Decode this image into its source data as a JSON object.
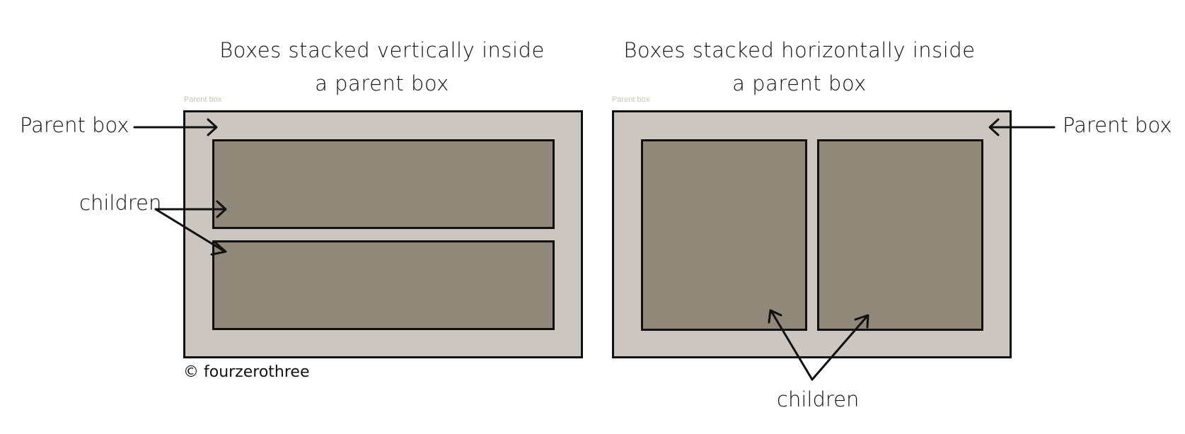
{
  "left_diagram": {
    "title_line1": "Boxes stacked vertically inside",
    "title_line2": "a parent box",
    "small_label": "Parent box",
    "parent_label": "Parent box",
    "children_label": "children",
    "copyright": "© fourzerothree"
  },
  "right_diagram": {
    "title_line1": "Boxes stacked horizontally inside",
    "title_line2": "a parent box",
    "small_label": "Parent box",
    "parent_label": "Parent box",
    "children_label": "children"
  },
  "colors": {
    "parent_fill": "#cbc6bf",
    "child_fill": "#908878",
    "outline": "#111111",
    "small_label": "#c9c5bd"
  }
}
